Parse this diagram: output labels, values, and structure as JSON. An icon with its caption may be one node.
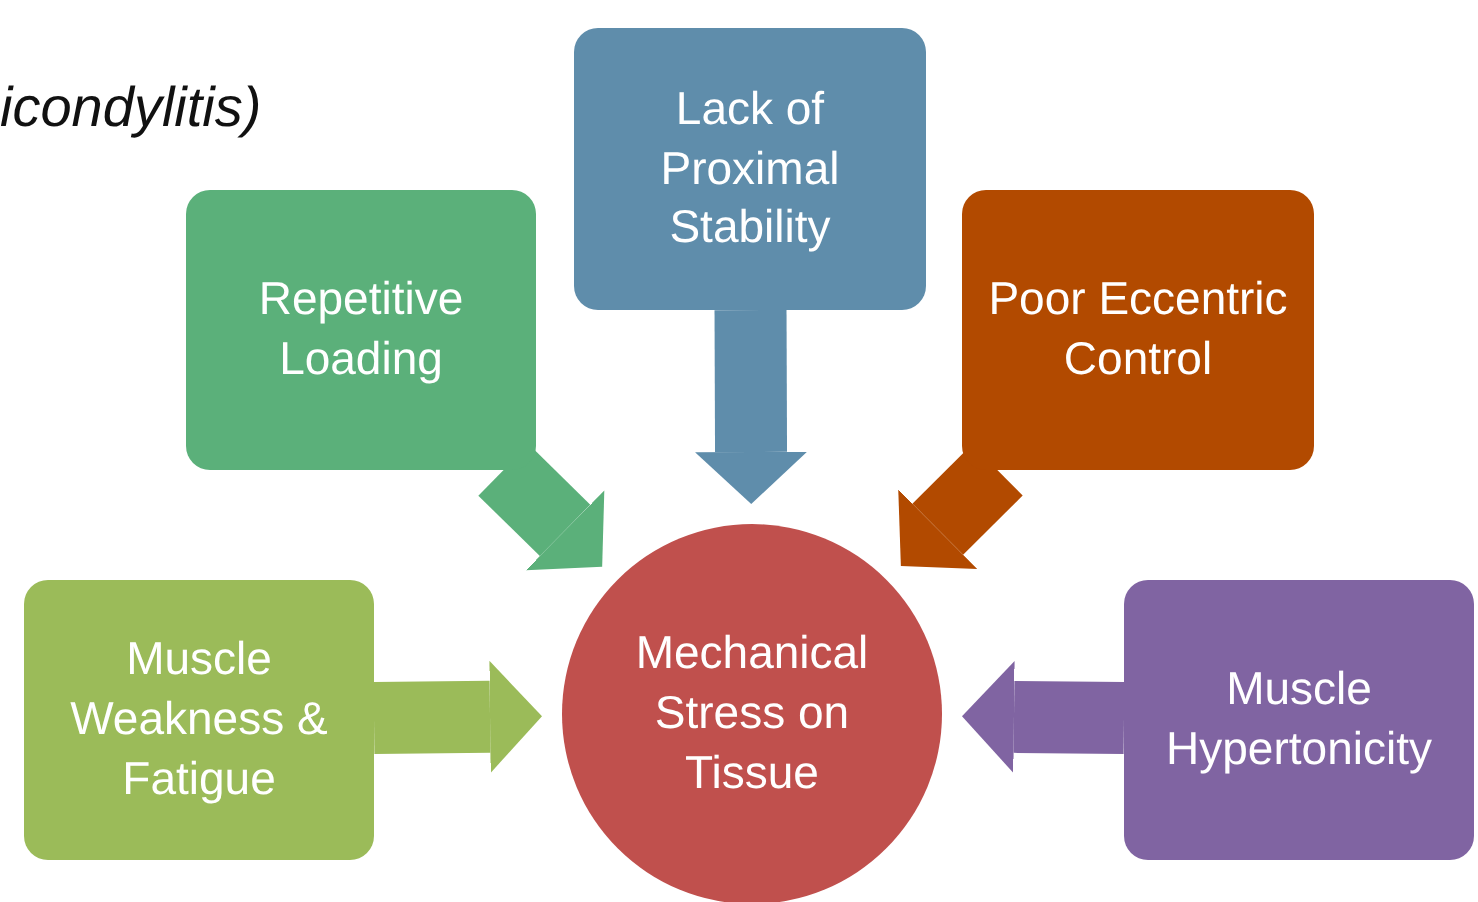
{
  "diagram": {
    "nodes": [
      {
        "text": [
          "Lack of Proximal Stability"
        ]
      },
      {
        "text": [
          "Repetitive Loading"
        ]
      },
      {
        "text": [
          "Poor Eccentric Control"
        ]
      },
      {
        "text": [
          "Muscle Weakness & Fatigue"
        ]
      },
      {
        "text": [
          "Mechanical Stress on Tissue"
        ]
      },
      {
        "text": [
          "Muscle Hypertonicity"
        ]
      }
    ],
    "edges": [
      {
        "from": 0,
        "to": 4,
        "arrow": "to",
        "color": "#5f8dab"
      },
      {
        "from": 1,
        "to": 4,
        "arrow": "to",
        "color": "#5bb07a"
      },
      {
        "from": 2,
        "to": 4,
        "arrow": "to",
        "color": "#b24a00"
      },
      {
        "from": 3,
        "to": 4,
        "arrow": "to",
        "color": "#9bbb59"
      },
      {
        "from": 5,
        "to": 4,
        "arrow": "to",
        "color": "#8064a2"
      }
    ],
    "labels": [
      "icondylitis)"
    ]
  }
}
